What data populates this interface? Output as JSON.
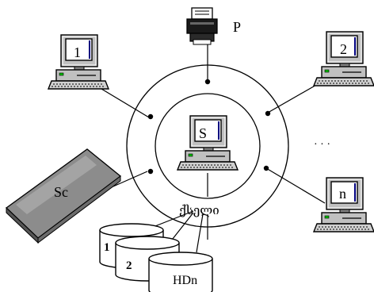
{
  "network": {
    "server_label": "S",
    "printer_label": "P",
    "scanner_label": "Sc",
    "bus_label": "ქსელი",
    "ellipsis": "· · ·",
    "workstations": [
      {
        "label": "1"
      },
      {
        "label": "2"
      },
      {
        "label": "n"
      }
    ],
    "disks": [
      {
        "label": "1"
      },
      {
        "label": "2"
      },
      {
        "label": "HDn"
      }
    ]
  }
}
